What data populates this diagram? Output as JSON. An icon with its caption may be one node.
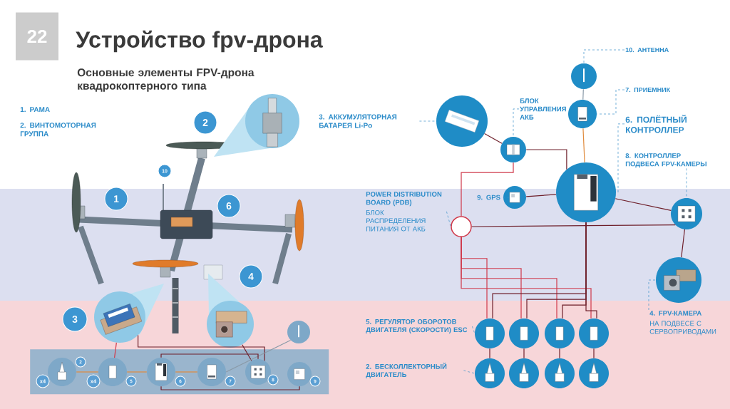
{
  "diagram": {
    "title": "Устройство fpv-дрона",
    "nodes": [
      {
        "text": [
          "22"
        ]
      },
      {
        "text": [
          "2"
        ]
      },
      {
        "text": [],
        "shape": "picture"
      },
      {
        "text": [
          "10"
        ]
      },
      {
        "text": [
          "1"
        ]
      },
      {
        "text": [
          "6"
        ]
      },
      {
        "text": [
          "4"
        ]
      },
      {
        "text": [
          "3"
        ]
      },
      {
        "text": [],
        "shape": "picture"
      },
      {
        "text": [],
        "shape": "picture"
      },
      {
        "text": [],
        "shape": "picture"
      },
      {
        "text": [],
        "shape": "box"
      },
      {
        "text": [],
        "shape": "picture",
        "in": 11
      },
      {
        "text": [
          "2"
        ],
        "in": 11
      },
      {
        "text": [
          "x4"
        ],
        "in": 11
      },
      {
        "text": [],
        "shape": "picture",
        "in": 11
      },
      {
        "text": [
          "x4"
        ],
        "in": 11
      },
      {
        "text": [
          "5"
        ],
        "in": 11
      },
      {
        "text": [],
        "shape": "picture",
        "in": 11
      },
      {
        "text": [
          "6"
        ],
        "in": 11
      },
      {
        "text": [],
        "shape": "picture",
        "in": 11
      },
      {
        "text": [
          "7"
        ],
        "in": 11
      },
      {
        "text": [],
        "shape": "picture",
        "in": 11
      },
      {
        "text": [
          "8"
        ],
        "in": 11
      },
      {
        "text": [],
        "shape": "picture",
        "in": 11
      },
      {
        "text": [
          "9"
        ],
        "in": 11
      },
      {
        "text": [
          "3. АККУМУЛЯТОРНАЯ БАТАРЕЯ Li-Po"
        ]
      },
      {
        "text": [],
        "shape": "picture"
      },
      {
        "text": [
          "БЛОК УПРАВЛЕНИЯ АКБ"
        ]
      },
      {
        "text": [],
        "shape": "picture"
      },
      {
        "text": [
          "10. АНТЕННА"
        ]
      },
      {
        "text": [],
        "shape": "picture"
      },
      {
        "text": [
          "7. ПРИЕМНИК"
        ]
      },
      {
        "text": [],
        "shape": "picture"
      },
      {
        "text": [
          "6. ПОЛЁТНЫЙ КОНТРОЛЛЕР"
        ]
      },
      {
        "text": [
          "8. КОНТРОЛЛЕР ПОДВЕСА FPV-КАМЕРЫ"
        ]
      },
      {
        "text": [],
        "shape": "picture"
      },
      {
        "text": [
          "9. GPS"
        ]
      },
      {
        "text": [],
        "shape": "picture"
      },
      {
        "text": [
          "POWER DISTRIBUTION BOARD (PDB)",
          "БЛОК РАСПРЕДЕЛЕНИЯ ПИТАНИЯ ОТ АКБ"
        ]
      },
      {
        "text": [],
        "shape": "circle"
      },
      {
        "text": [],
        "shape": "picture"
      },
      {
        "text": [],
        "shape": "picture"
      },
      {
        "text": [
          "4. FPV-КАМЕРА",
          "НА ПОДВЕСЕ С СЕРВОПРИВОДАМИ"
        ]
      },
      {
        "text": [
          "5. РЕГУЛЯТОР ОБОРОТОВ ДВИГАТЕЛЯ (СКОРОСТИ) ESC"
        ]
      },
      {
        "text": [],
        "shape": "picture"
      },
      {
        "text": [],
        "shape": "picture"
      },
      {
        "text": [],
        "shape": "picture"
      },
      {
        "text": [],
        "shape": "picture"
      },
      {
        "text": [
          "2. БЕСКОЛЛЕКТОРНЫЙ ДВИГАТЕЛЬ"
        ]
      },
      {
        "text": [],
        "shape": "picture"
      },
      {
        "text": [],
        "shape": "picture"
      },
      {
        "text": [],
        "shape": "picture"
      },
      {
        "text": [],
        "shape": "picture"
      }
    ],
    "edges": [
      {
        "from": 8,
        "to": 15,
        "arrow": "none",
        "color": "#d0394a"
      },
      {
        "from": 8,
        "to": 22,
        "arrow": "none"
      },
      {
        "from": 9,
        "to": 22,
        "arrow": "none"
      },
      {
        "from": 12,
        "to": 15,
        "arrow": "none",
        "color": "#e08a3c"
      },
      {
        "from": 15,
        "to": 18,
        "arrow": "none",
        "color": "#e08a3c"
      },
      {
        "from": 18,
        "to": 20,
        "arrow": "none",
        "color": "#e08a3c"
      },
      {
        "from": 20,
        "to": 10,
        "arrow": "none",
        "color": "#8a9aa8"
      },
      {
        "from": 18,
        "to": 22,
        "arrow": "none"
      },
      {
        "from": 24,
        "to": 18,
        "arrow": "none"
      },
      {
        "from": 26,
        "to": 27,
        "arrow": "none",
        "style": "dashed",
        "color": "#3a8fc8"
      },
      {
        "from": 28,
        "to": 29,
        "arrow": "none",
        "style": "dashed",
        "color": "#3a8fc8"
      },
      {
        "from": 30,
        "to": 31,
        "arrow": "none",
        "style": "dashed",
        "color": "#3a8fc8"
      },
      {
        "from": 32,
        "to": 33,
        "arrow": "none",
        "style": "dashed",
        "color": "#3a8fc8"
      },
      {
        "from": 34,
        "to": 36,
        "arrow": "none",
        "style": "dashed",
        "color": "#3a8fc8"
      },
      {
        "from": 35,
        "to": 41,
        "arrow": "none",
        "style": "dashed",
        "color": "#3a8fc8"
      },
      {
        "from": 37,
        "to": 38,
        "arrow": "none",
        "style": "dashed",
        "color": "#3a8fc8"
      },
      {
        "from": 39,
        "to": 40,
        "arrow": "none",
        "style": "dashed",
        "color": "#3a8fc8"
      },
      {
        "from": 43,
        "to": 42,
        "arrow": "none",
        "style": "dashed",
        "color": "#3a8fc8"
      },
      {
        "from": 44,
        "to": 45,
        "arrow": "none",
        "style": "dashed",
        "color": "#3a8fc8"
      },
      {
        "from": 49,
        "to": 50,
        "arrow": "none",
        "style": "dashed",
        "color": "#3a8fc8"
      },
      {
        "from": 27,
        "to": 29,
        "arrow": "none"
      },
      {
        "from": 29,
        "to": 36,
        "arrow": "none"
      },
      {
        "from": 29,
        "to": 40,
        "arrow": "none",
        "color": "#d0394a"
      },
      {
        "from": 31,
        "to": 33,
        "arrow": "none",
        "color": "#8a9aa8"
      },
      {
        "from": 33,
        "to": 36,
        "arrow": "none",
        "color": "#e08a3c"
      },
      {
        "from": 38,
        "to": 36,
        "arrow": "none"
      },
      {
        "from": 36,
        "to": 41,
        "arrow": "none"
      },
      {
        "from": 40,
        "to": 41,
        "arrow": "none"
      },
      {
        "from": 41,
        "to": 42,
        "arrow": "none"
      },
      {
        "from": 40,
        "to": 45,
        "arrow": "none",
        "color": "#d0394a"
      },
      {
        "from": 40,
        "to": 46,
        "arrow": "none",
        "color": "#d0394a"
      },
      {
        "from": 40,
        "to": 47,
        "arrow": "none",
        "color": "#d0394a"
      },
      {
        "from": 40,
        "to": 48,
        "arrow": "none",
        "color": "#d0394a"
      },
      {
        "from": 36,
        "to": 45,
        "arrow": "none"
      },
      {
        "from": 36,
        "to": 46,
        "arrow": "none"
      },
      {
        "from": 36,
        "to": 47,
        "arrow": "none"
      },
      {
        "from": 36,
        "to": 48,
        "arrow": "none"
      },
      {
        "from": 45,
        "to": 50,
        "arrow": "none"
      },
      {
        "from": 46,
        "to": 51,
        "arrow": "none"
      },
      {
        "from": 47,
        "to": 52,
        "arrow": "none"
      },
      {
        "from": 48,
        "to": 53,
        "arrow": "none"
      }
    ],
    "labels": [
      "Основные элементы FPV-дрона квадрокоптерного типа",
      "1. РАМА",
      "2. ВИНТОМОТОРНАЯ ГРУППА"
    ]
  }
}
